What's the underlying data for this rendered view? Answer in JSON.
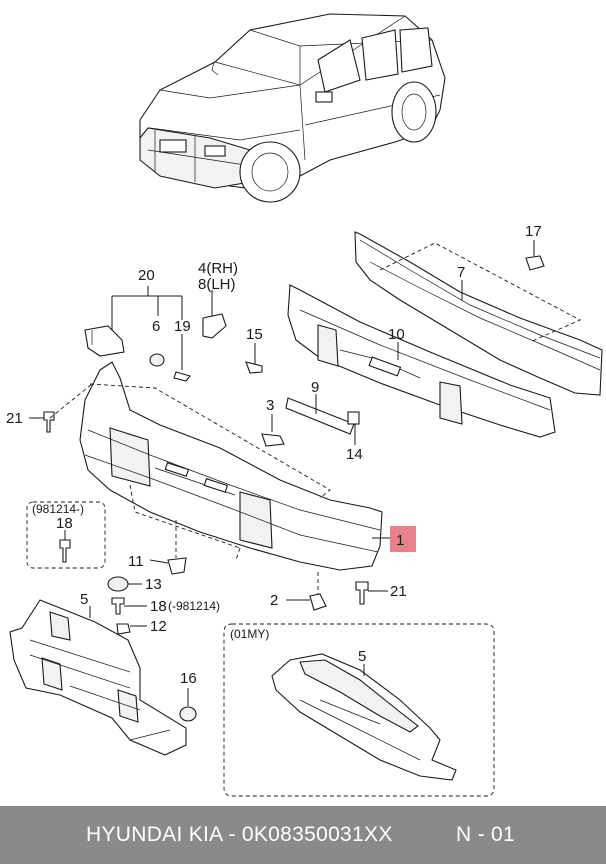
{
  "callouts": [
    {
      "id": "c1",
      "text": "1"
    },
    {
      "id": "c2",
      "text": "2"
    },
    {
      "id": "c3",
      "text": "3"
    },
    {
      "id": "c4",
      "text": "4(RH)"
    },
    {
      "id": "c5a",
      "text": "5"
    },
    {
      "id": "c5b",
      "text": "5"
    },
    {
      "id": "c6",
      "text": "6"
    },
    {
      "id": "c7",
      "text": "7"
    },
    {
      "id": "c8",
      "text": "8(LH)"
    },
    {
      "id": "c9",
      "text": "9"
    },
    {
      "id": "c10",
      "text": "10"
    },
    {
      "id": "c11",
      "text": "11"
    },
    {
      "id": "c12",
      "text": "12"
    },
    {
      "id": "c13",
      "text": "13"
    },
    {
      "id": "c14",
      "text": "14"
    },
    {
      "id": "c15",
      "text": "15"
    },
    {
      "id": "c16",
      "text": "16"
    },
    {
      "id": "c17",
      "text": "17"
    },
    {
      "id": "c18a",
      "text": "18"
    },
    {
      "id": "c18b",
      "text": "18"
    },
    {
      "id": "c18c",
      "text": "(-981214)"
    },
    {
      "id": "c19",
      "text": "19"
    },
    {
      "id": "c20",
      "text": "20"
    },
    {
      "id": "c21a",
      "text": "21"
    },
    {
      "id": "c21b",
      "text": "21"
    }
  ],
  "boxes": {
    "box_981214": "(981214-)",
    "box_01my": "(01MY)"
  },
  "highlight_color": "#e8818a",
  "footer": {
    "title": "HYUNDAI  KIA - 0K08350031XX",
    "page": "N - 01",
    "background": "#8a8a8a"
  }
}
